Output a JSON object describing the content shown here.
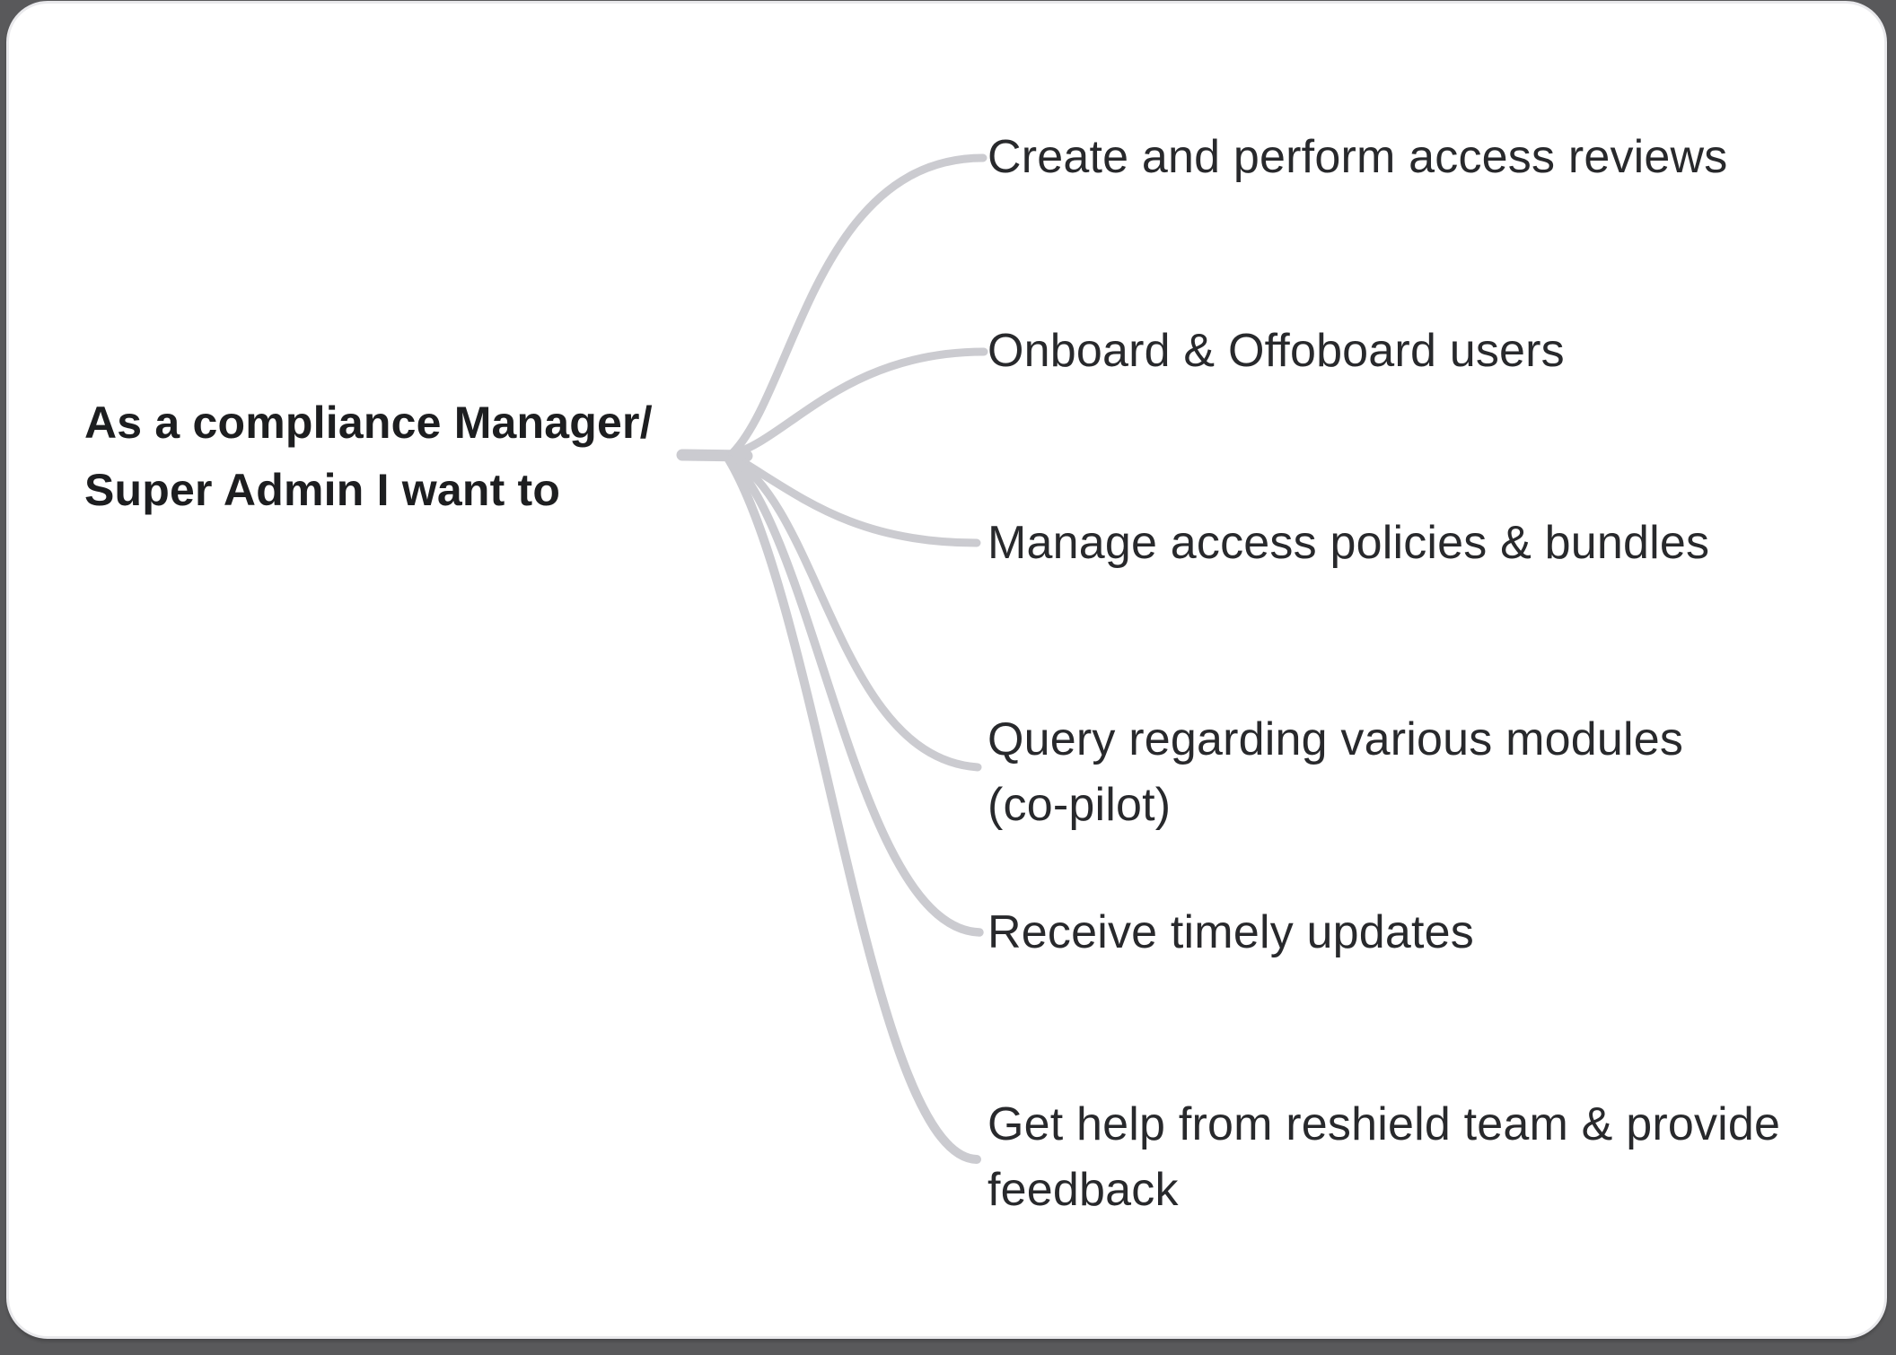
{
  "page": {
    "background_color": "#59595b"
  },
  "card": {
    "background_color": "#ffffff",
    "border_color": "#e9e9ec"
  },
  "connectors": {
    "color": "#cbcbd0"
  },
  "root": {
    "text": "As a compliance Manager/ Super Admin I want to",
    "line1": "As a compliance Manager/",
    "line2": "Super Admin I want to",
    "text_color": "#1d1e20"
  },
  "branches": [
    {
      "id": "create-access-reviews",
      "text": "Create and perform access reviews",
      "line1": "Create and perform access reviews"
    },
    {
      "id": "onboard-offboard-users",
      "text": "Onboard & Offoboard users",
      "line1": "Onboard & Offoboard users"
    },
    {
      "id": "manage-policies-bundles",
      "text": "Manage access policies & bundles",
      "line1": "Manage access policies & bundles"
    },
    {
      "id": "query-modules-copilot",
      "text": "Query regarding various modules (co-pilot)",
      "line1": "Query regarding various modules",
      "line2": "(co-pilot)"
    },
    {
      "id": "receive-timely-updates",
      "text": "Receive timely updates",
      "line1": "Receive timely updates"
    },
    {
      "id": "help-feedback",
      "text": "Get help from reshield team & provide feedback",
      "line1": "Get help from reshield team & provide",
      "line2": "feedback"
    }
  ]
}
